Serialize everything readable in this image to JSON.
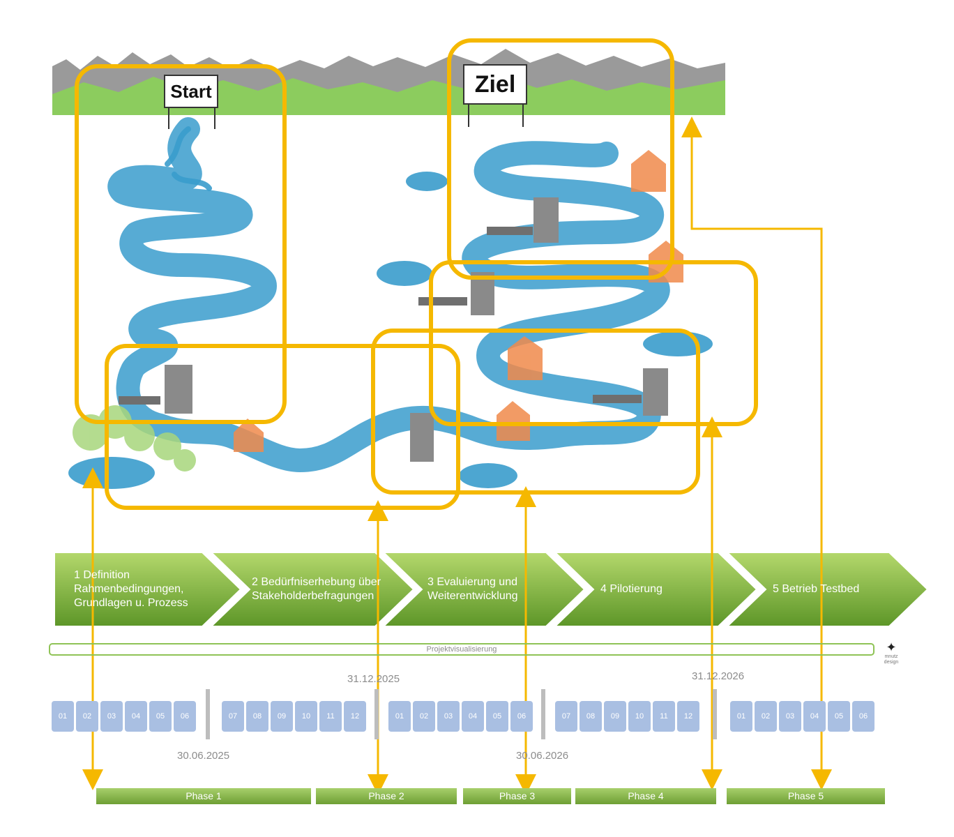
{
  "signs": {
    "start": "Start",
    "ziel": "Ziel"
  },
  "steps": [
    {
      "lines": [
        "1 Definition",
        "Rahmenbedingungen,",
        "Grundlagen u. Prozess"
      ]
    },
    {
      "lines": [
        "2 Bedürfniserhebung über",
        "Stakeholderbefragungen"
      ]
    },
    {
      "lines": [
        "3 Evaluierung und",
        "Weiterentwicklung"
      ]
    },
    {
      "lines": [
        "4 Pilotierung"
      ]
    },
    {
      "lines": [
        "5 Betrieb Testbed"
      ]
    }
  ],
  "project_bar": "Projektvisualisierung",
  "months": {
    "group1": [
      "01",
      "02",
      "03",
      "04",
      "05",
      "06"
    ],
    "group2": [
      "07",
      "08",
      "09",
      "10",
      "11",
      "12"
    ],
    "group3": [
      "01",
      "02",
      "03",
      "04",
      "05",
      "06"
    ],
    "group4": [
      "07",
      "08",
      "09",
      "10",
      "11",
      "12"
    ],
    "group5": [
      "01",
      "02",
      "03",
      "04",
      "05",
      "06"
    ]
  },
  "dates": {
    "d1": "30.06.2025",
    "d2": "31.12.2025",
    "d3": "30.06.2026",
    "d4": "31.12.2026"
  },
  "phases": [
    "Phase 1",
    "Phase 2",
    "Phase 3",
    "Phase 4",
    "Phase 5"
  ],
  "logo": {
    "line1": "mnutz",
    "line2": "design"
  },
  "colors": {
    "river": "#3a9ccc",
    "highlight": "#f5b800",
    "arrow_green": "#8cc44c",
    "month_box": "#a9bfe2",
    "house": "#f08a4b"
  }
}
